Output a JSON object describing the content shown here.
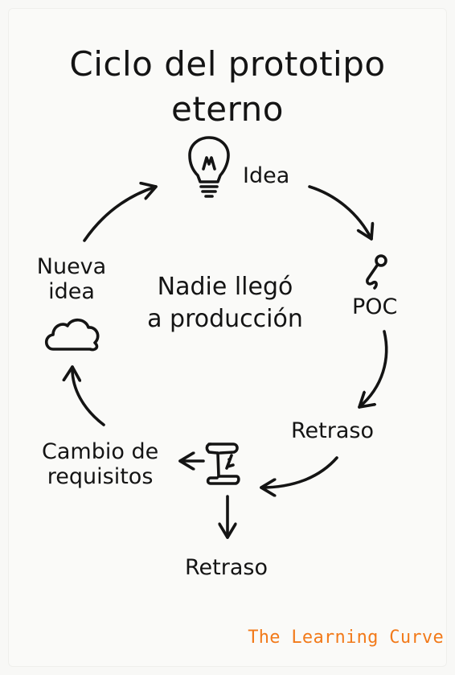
{
  "diagram": {
    "title_line1": "Ciclo del prototipo",
    "title_line2": "eterno",
    "center_line1": "Nadie llegó",
    "center_line2": "a producción",
    "nodes": {
      "idea": "Idea",
      "poc": "POC",
      "retraso_right": "Retraso",
      "cambio_line1": "Cambio de",
      "cambio_line2": "requisitos",
      "retraso_bottom": "Retraso",
      "nueva_line1": "Nueva",
      "nueva_line2": "idea"
    },
    "icons": {
      "idea": "lightbulb-icon",
      "poc": "microphone-icon",
      "cambio": "scroll-document-icon",
      "nueva": "cloud-icon"
    },
    "colors": {
      "ink": "#141414",
      "brand": "#f27a1a",
      "background": "#fafaf8"
    }
  },
  "footer": {
    "brand": "The Learning Curve"
  }
}
